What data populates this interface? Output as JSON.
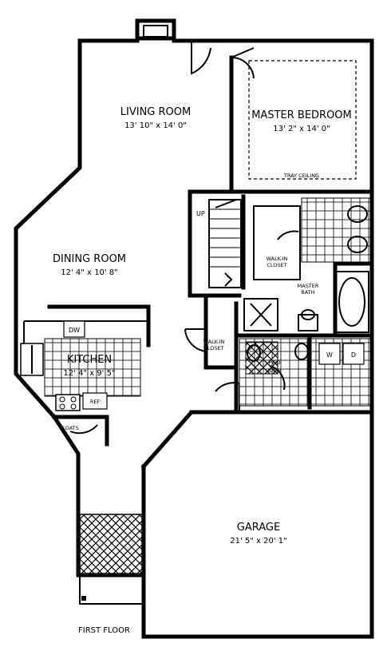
{
  "floor_label": "FIRST FLOOR",
  "rooms": {
    "living_room": {
      "name": "LIVING ROOM",
      "dims": "13' 10\" x 14' 0\""
    },
    "master_bedroom": {
      "name": "MASTER BEDROOM",
      "dims": "13' 2\" x 14' 0\""
    },
    "dining_room": {
      "name": "DINING ROOM",
      "dims": "12' 4\" x 10' 8\""
    },
    "kitchen": {
      "name": "KITCHEN",
      "dims": "12' 4\" x 9' 5\""
    },
    "garage": {
      "name": "GARAGE",
      "dims": "21' 5\" x 20' 1\""
    }
  },
  "annotations": {
    "tray_ceiling": "TRAY CEILING",
    "up": "UP",
    "walkin_closet_top": "WALK-IN",
    "walkin_closet_bottom": "CLOSET",
    "master_bath_1": "MASTER",
    "master_bath_2": "BATH",
    "hall_closet_1": "WALK-IN",
    "hall_closet_2": "CLOSET",
    "dw": "DW",
    "ref": "REF",
    "coats": "COATS",
    "powder_1": "PWD",
    "powder_2": "BATH",
    "washer": "W",
    "dryer": "D"
  }
}
